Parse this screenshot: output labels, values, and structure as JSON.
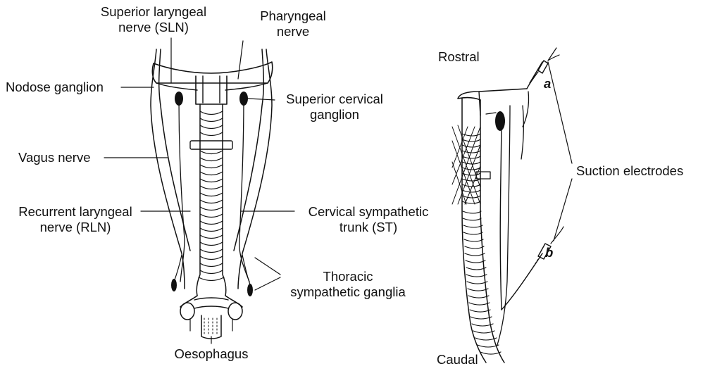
{
  "labels": {
    "sln_line1": "Superior laryngeal",
    "sln_line2": "nerve (SLN)",
    "pharyngeal_line1": "Pharyngeal",
    "pharyngeal_line2": "nerve",
    "nodose": "Nodose ganglion",
    "scg_line1": "Superior cervical",
    "scg_line2": "ganglion",
    "vagus": "Vagus nerve",
    "rln_line1": "Recurrent laryngeal",
    "rln_line2": "nerve (RLN)",
    "st_line1": "Cervical sympathetic",
    "st_line2": "trunk (ST)",
    "thoracic_line1": "Thoracic",
    "thoracic_line2": "sympathetic ganglia",
    "oesophagus": "Oesophagus",
    "rostral": "Rostral",
    "caudal": "Caudal",
    "suction": "Suction electrodes",
    "electrode_a": "a",
    "electrode_b": "b"
  },
  "colors": {
    "ink": "#111111",
    "background": "#ffffff"
  }
}
